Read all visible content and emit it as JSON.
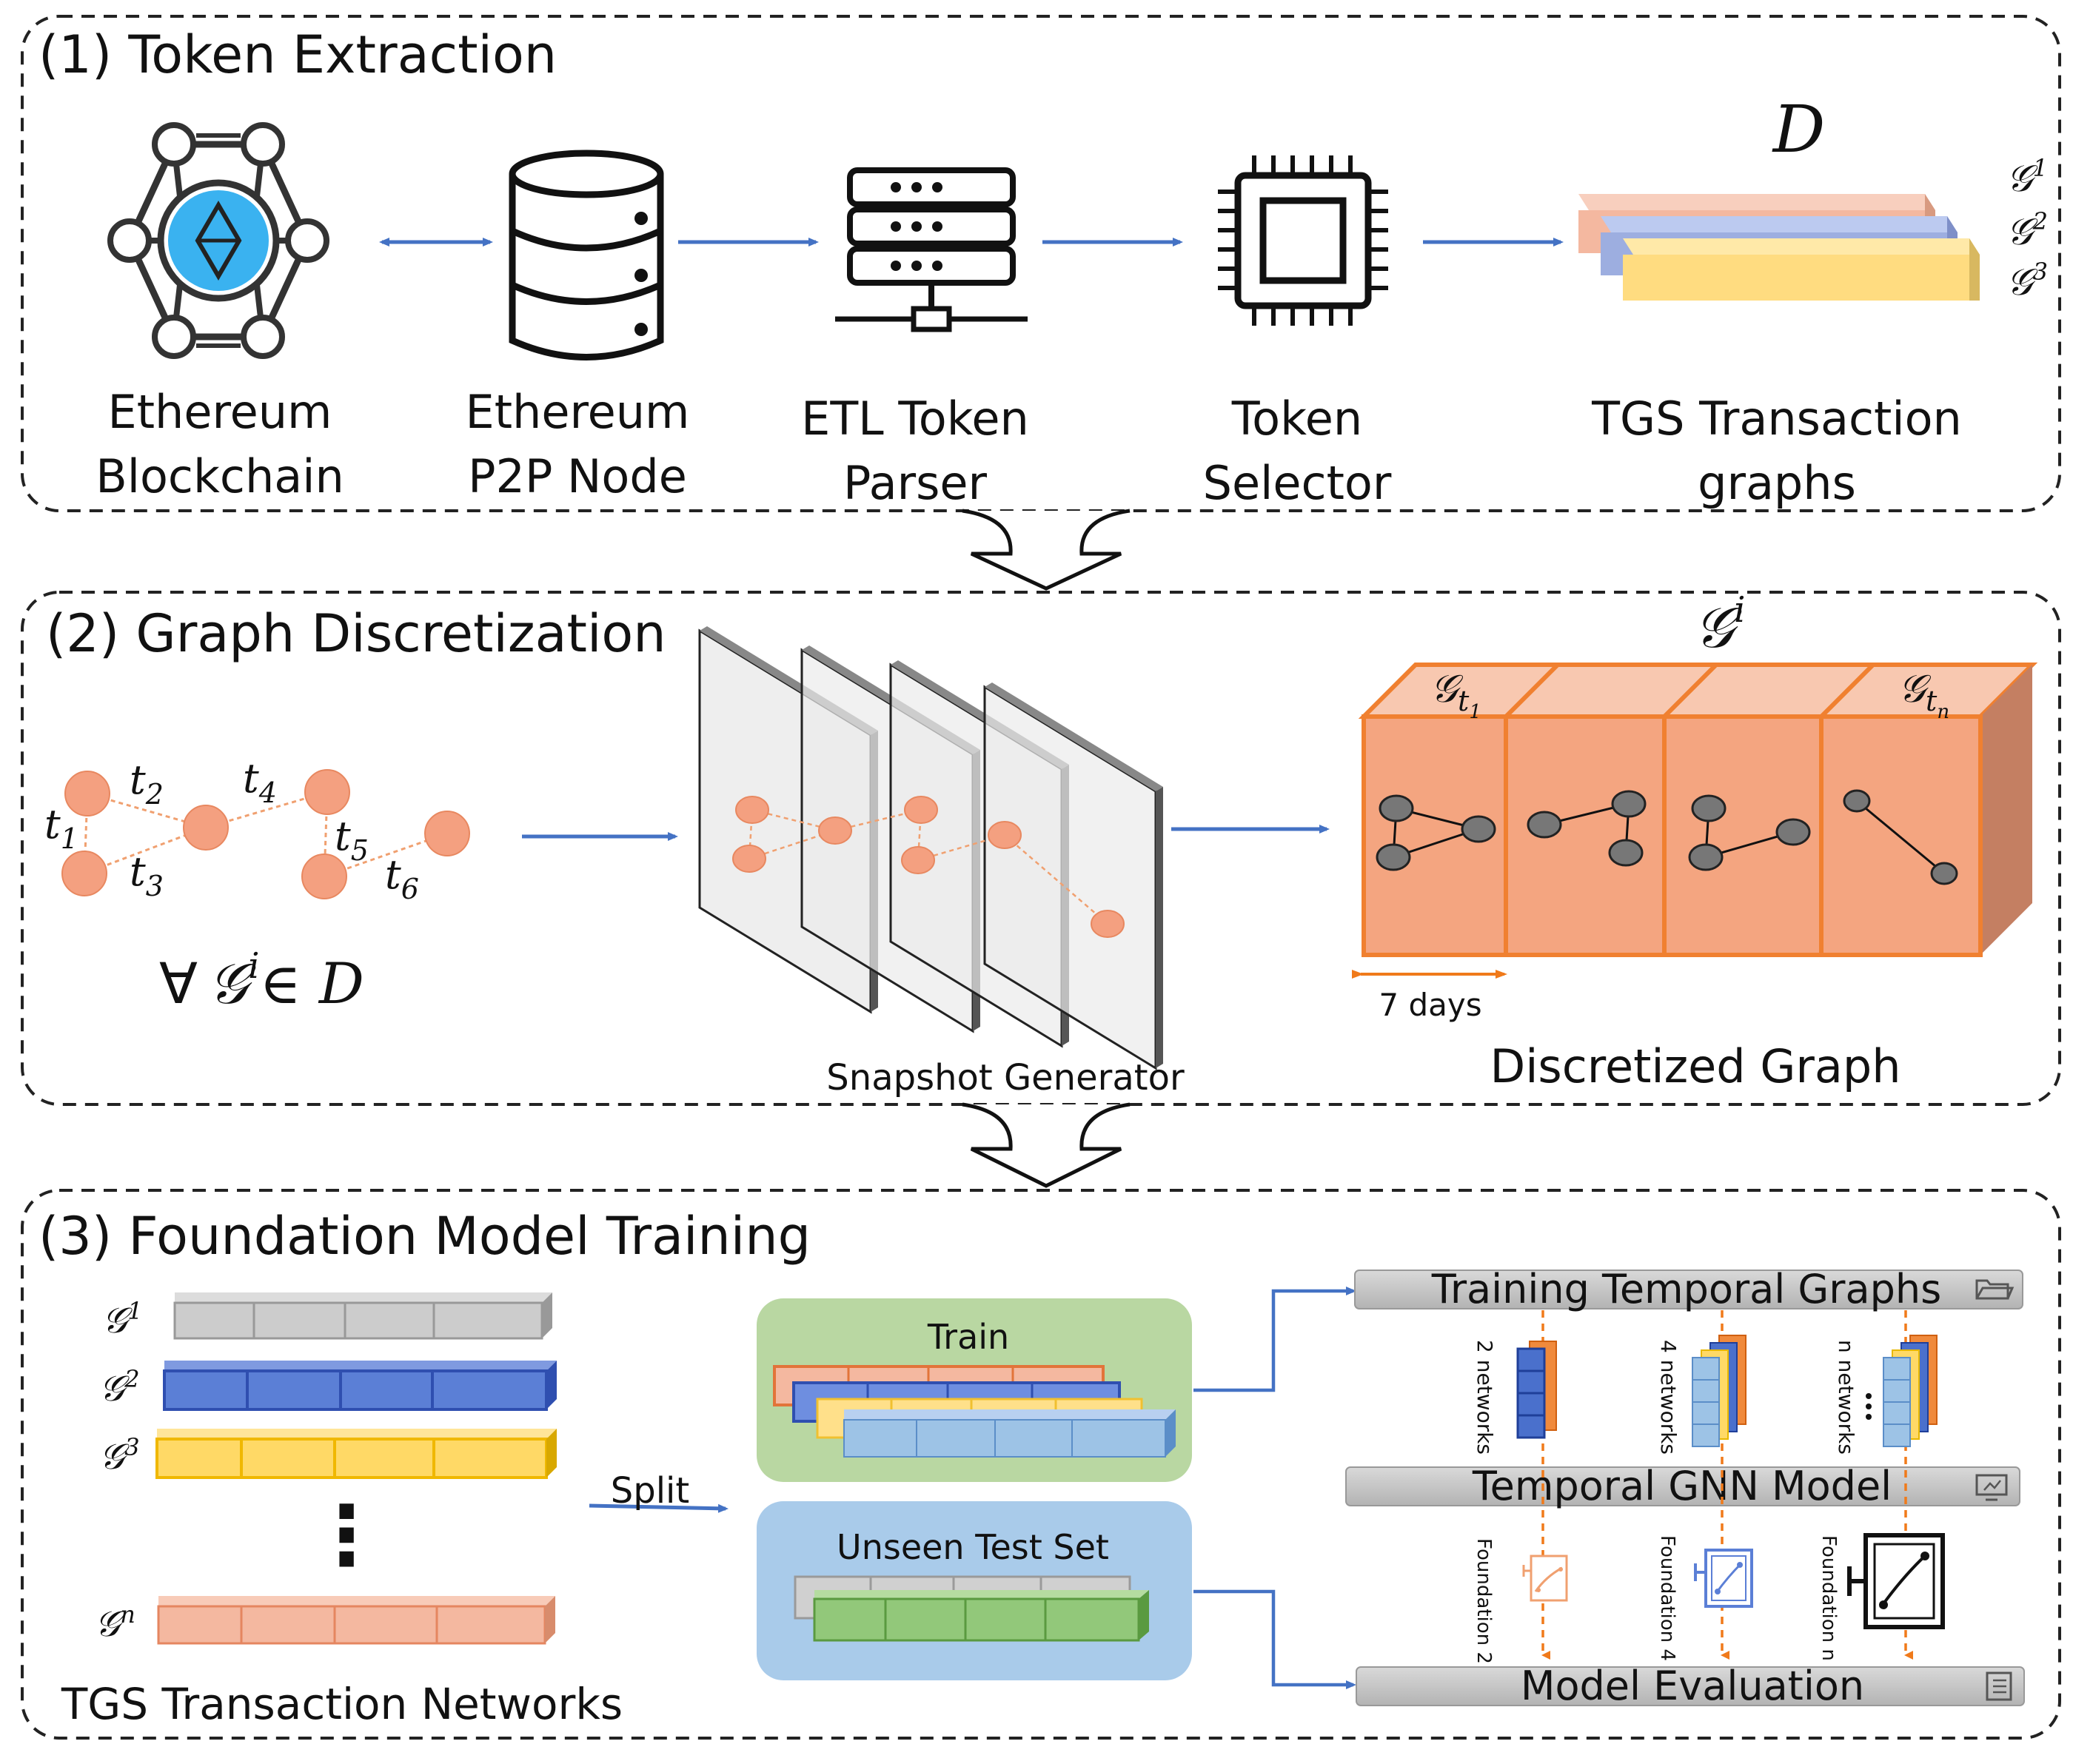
{
  "sections": {
    "s1_title": "(1) Token Extraction",
    "s2_title": "(2) Graph Discretization",
    "s3_title": "(3) Foundation Model Training"
  },
  "extraction": {
    "nodes": [
      {
        "line1": "Ethereum",
        "line2": "Blockchain",
        "icon": "ethereum-hexagon-icon"
      },
      {
        "line1": "Ethereum",
        "line2": "P2P Node",
        "icon": "database-icon"
      },
      {
        "line1": "ETL Token",
        "line2": "Parser",
        "icon": "server-rack-icon"
      },
      {
        "line1": "Token",
        "line2": "Selector",
        "icon": "cpu-chip-icon"
      },
      {
        "line1": "TGS Transaction",
        "line2": "graphs",
        "icon": "stacked-graphs-icon"
      }
    ],
    "dataset_symbol": "D",
    "stack_labels": [
      "𝒢",
      "𝒢",
      "𝒢"
    ],
    "stack_sups": [
      "1",
      "2",
      "3"
    ],
    "stack_colors": [
      "#f4b8a0",
      "#9daee0",
      "#ffdc80"
    ]
  },
  "discretization": {
    "edge_labels": [
      {
        "base": "t",
        "sub": "1"
      },
      {
        "base": "t",
        "sub": "2"
      },
      {
        "base": "t",
        "sub": "3"
      },
      {
        "base": "t",
        "sub": "4"
      },
      {
        "base": "t",
        "sub": "5"
      },
      {
        "base": "t",
        "sub": "6"
      }
    ],
    "formula_forall": "∀",
    "formula_g": "𝒢",
    "formula_sup": "i",
    "formula_rest": "∈ D",
    "snapshot_label": "Snapshot Generator",
    "cube_title_base": "𝒢",
    "cube_title_sup": "i",
    "cube_first_label": {
      "base": "𝒢",
      "sub": "t",
      "subsub": "1"
    },
    "cube_last_label": {
      "base": "𝒢",
      "sub": "t",
      "subsub": "n"
    },
    "window_label": "7 days",
    "cube_caption": "Discretized Graph",
    "cube_color": "#f4a580",
    "cube_edge": "#f08030"
  },
  "training": {
    "rows": [
      {
        "g": "𝒢",
        "sup": "1",
        "color": "#cccccc",
        "edge": "#999999"
      },
      {
        "g": "𝒢",
        "sup": "2",
        "color": "#5b7fd6",
        "edge": "#2f4fb0"
      },
      {
        "g": "𝒢",
        "sup": "3",
        "color": "#ffd966",
        "edge": "#f0b800"
      },
      {
        "g": "𝒢",
        "sup": "n",
        "color": "#f4b8a0",
        "edge": "#e58660"
      }
    ],
    "dots": "⋮",
    "networks_caption": "TGS Transaction Networks",
    "split_label": "Split",
    "train_label": "Train",
    "test_label": "Unseen Test Set",
    "train_bg": "#b9d7a2",
    "test_bg": "#a9cbea",
    "bar_training_graphs": "Training Temporal Graphs",
    "bar_gnn": "Temporal GNN Model",
    "bar_eval": "Model Evaluation",
    "network_labels": [
      "2 networks",
      "4 networks",
      "n networks"
    ],
    "foundation_labels": [
      "Foundation 2",
      "Foundation 4",
      "Foundation n"
    ],
    "accent": "#f07a1a",
    "arrow_color": "#4472c4"
  }
}
